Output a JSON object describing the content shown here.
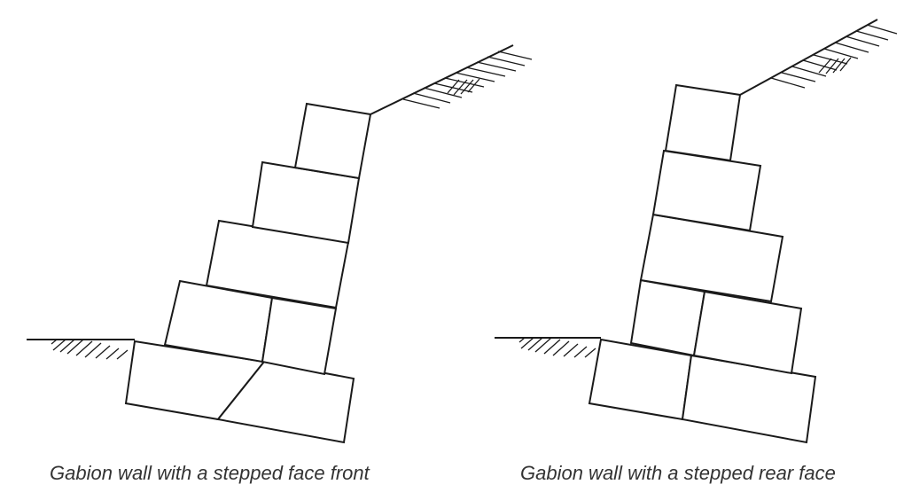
{
  "figures": [
    {
      "id": "stepped-face-front",
      "caption": "Gabion wall with a stepped face front"
    },
    {
      "id": "stepped-rear-face",
      "caption": "Gabion wall with a stepped rear face"
    }
  ],
  "colors": {
    "stroke": "#1a1a1a",
    "caption_text": "#333333",
    "background": "#ffffff"
  }
}
